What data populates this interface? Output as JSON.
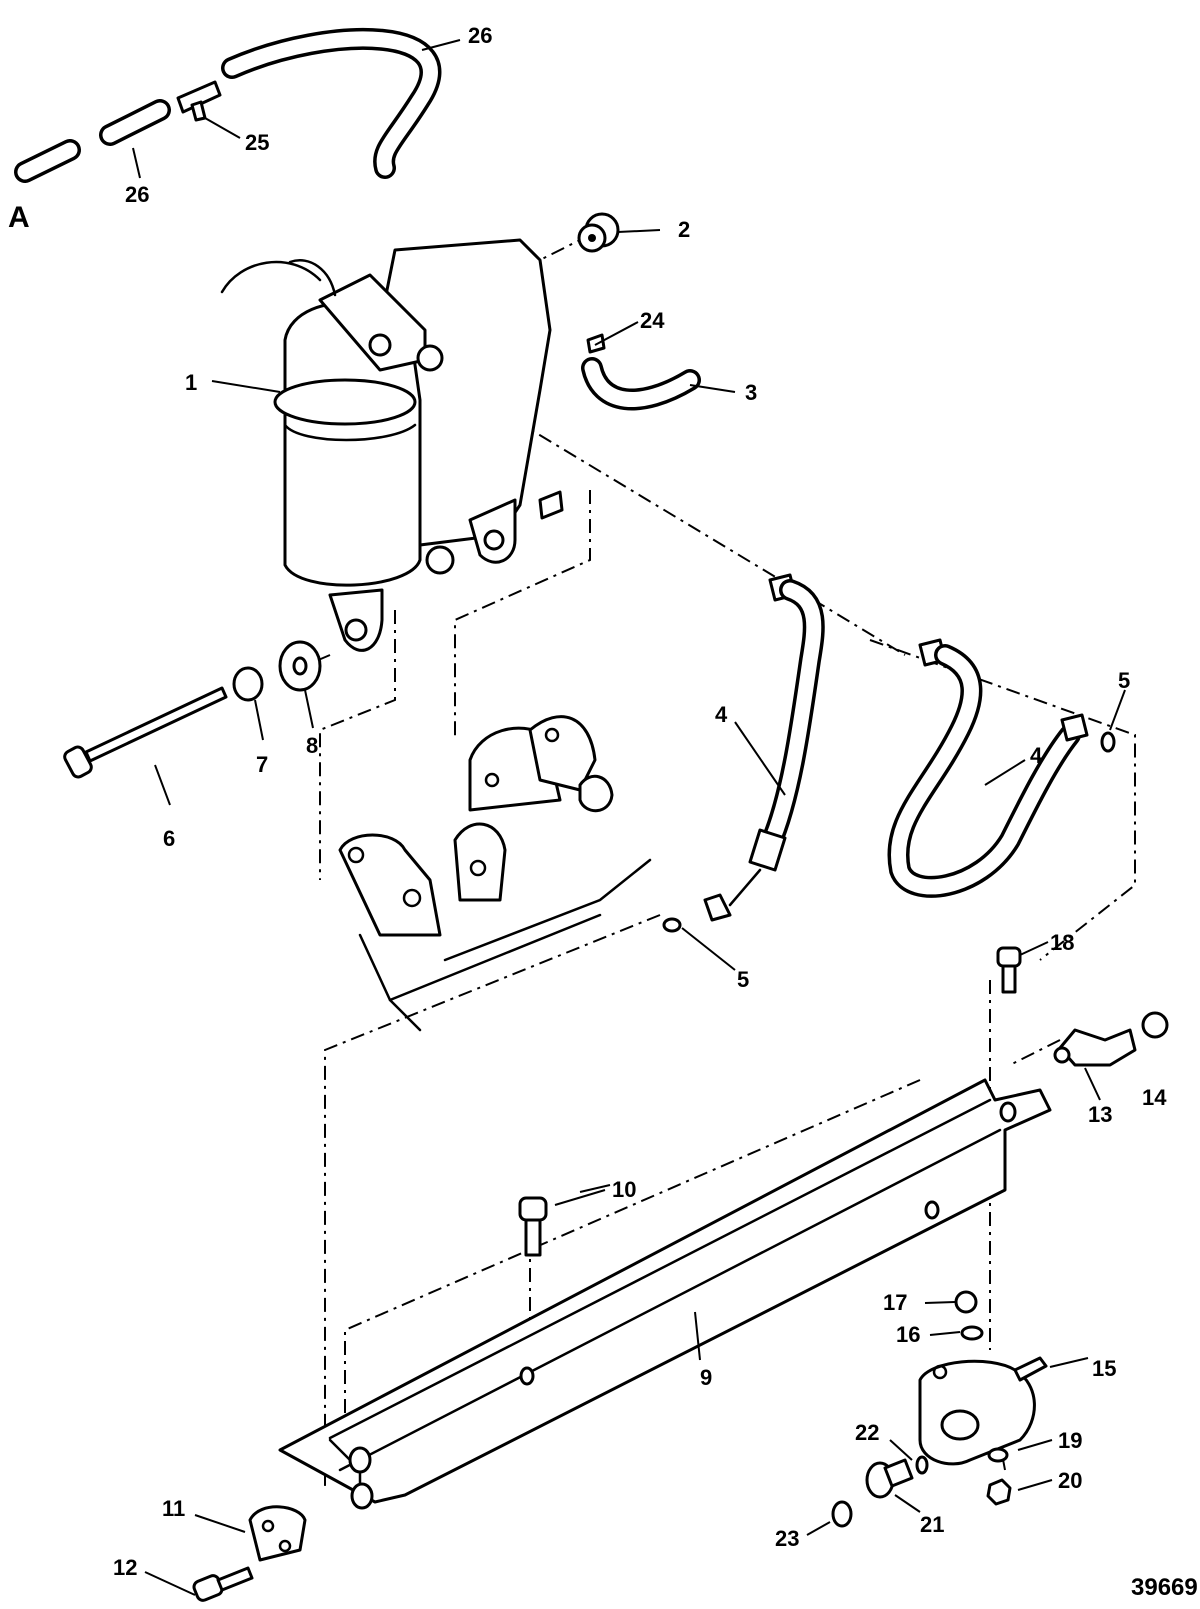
{
  "section_label": "A",
  "figure_number": "39669",
  "callouts": [
    {
      "id": "c1",
      "text": "1"
    },
    {
      "id": "c2",
      "text": "2"
    },
    {
      "id": "c3",
      "text": "3"
    },
    {
      "id": "c4a",
      "text": "4"
    },
    {
      "id": "c4b",
      "text": "4"
    },
    {
      "id": "c5a",
      "text": "5"
    },
    {
      "id": "c5b",
      "text": "5"
    },
    {
      "id": "c6",
      "text": "6"
    },
    {
      "id": "c7",
      "text": "7"
    },
    {
      "id": "c8",
      "text": "8"
    },
    {
      "id": "c9",
      "text": "9"
    },
    {
      "id": "c10",
      "text": "10"
    },
    {
      "id": "c11",
      "text": "11"
    },
    {
      "id": "c12",
      "text": "12"
    },
    {
      "id": "c13",
      "text": "13"
    },
    {
      "id": "c14",
      "text": "14"
    },
    {
      "id": "c15",
      "text": "15"
    },
    {
      "id": "c16",
      "text": "16"
    },
    {
      "id": "c17",
      "text": "17"
    },
    {
      "id": "c18",
      "text": "18"
    },
    {
      "id": "c19",
      "text": "19"
    },
    {
      "id": "c20",
      "text": "20"
    },
    {
      "id": "c21",
      "text": "21"
    },
    {
      "id": "c22",
      "text": "22"
    },
    {
      "id": "c23",
      "text": "23"
    },
    {
      "id": "c24",
      "text": "24"
    },
    {
      "id": "c25",
      "text": "25"
    },
    {
      "id": "c26a",
      "text": "26"
    },
    {
      "id": "c26b",
      "text": "26"
    }
  ]
}
